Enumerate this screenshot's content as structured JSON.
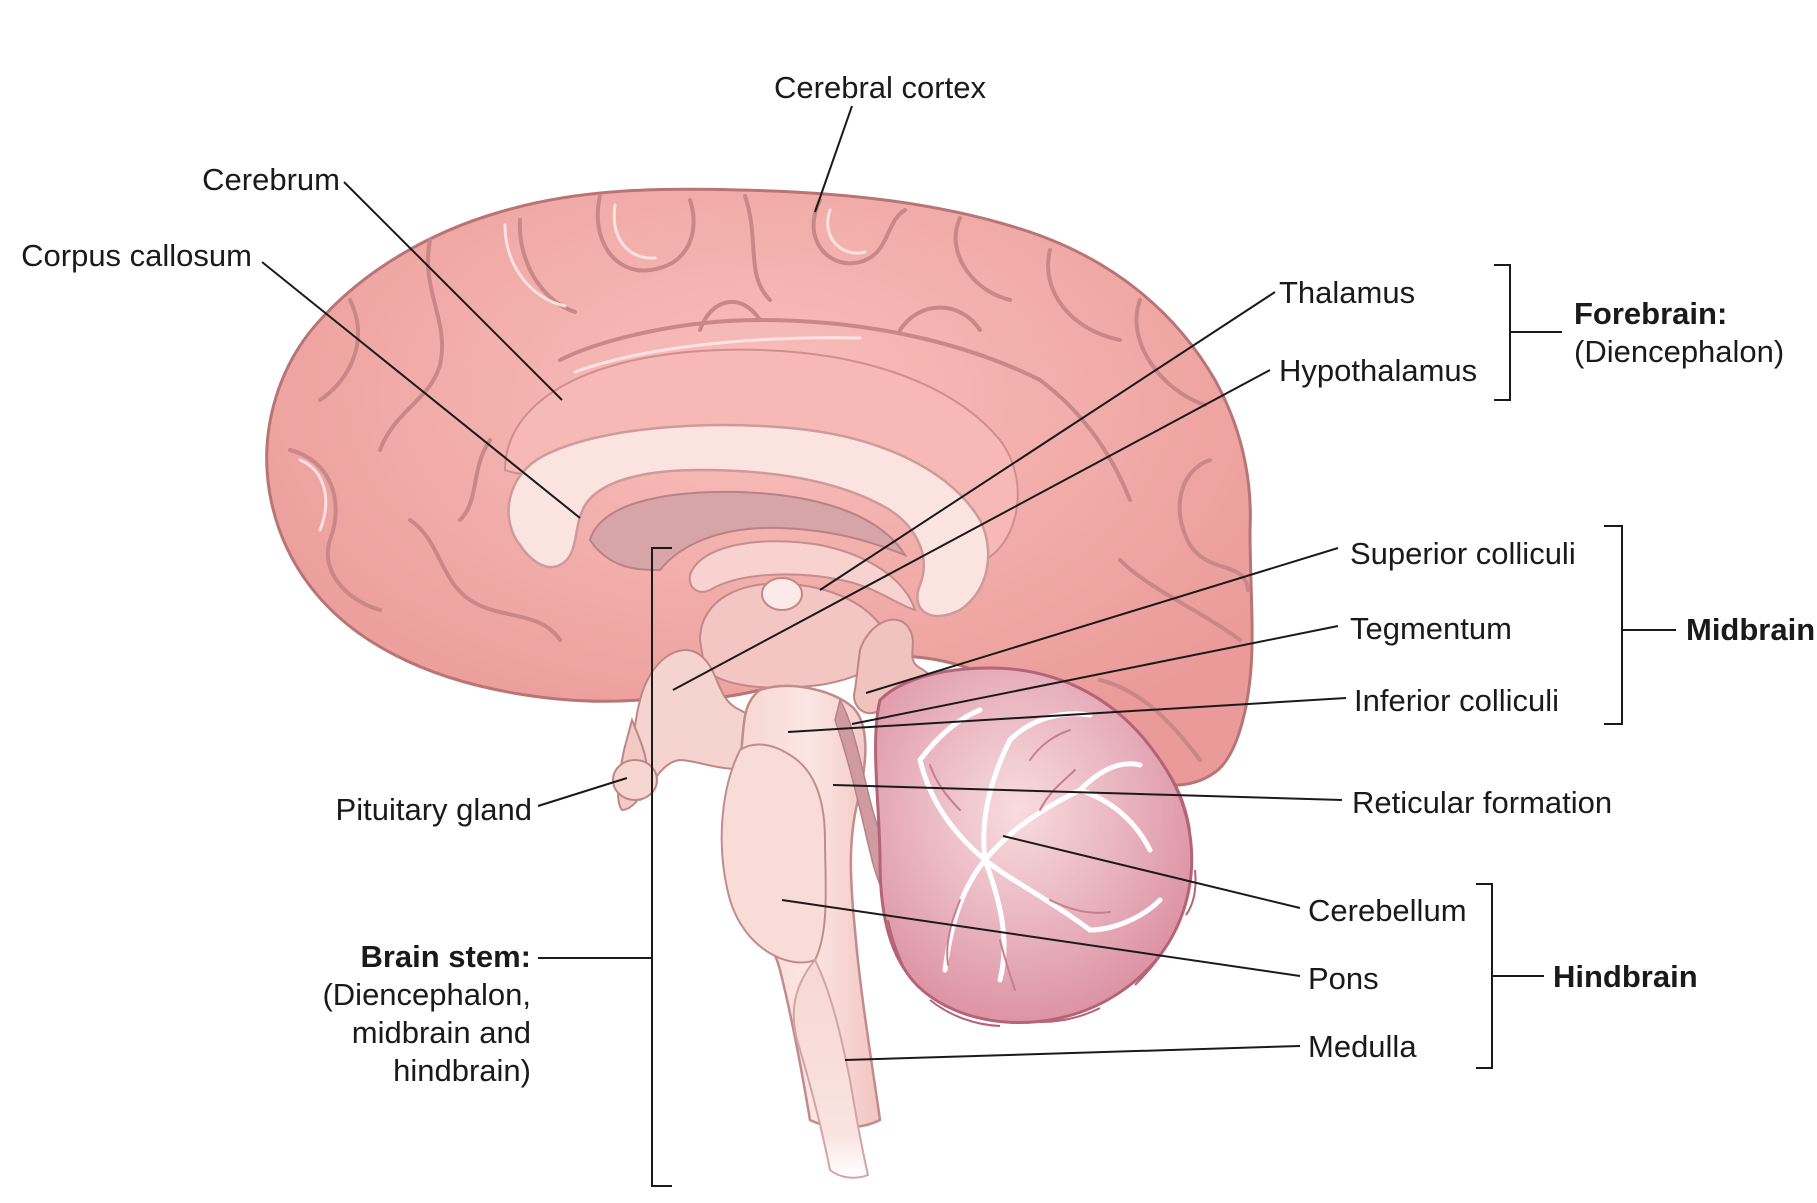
{
  "labels": {
    "cerebral_cortex": "Cerebral cortex",
    "cerebrum": "Cerebrum",
    "corpus_callosum": "Corpus callosum",
    "thalamus": "Thalamus",
    "hypothalamus": "Hypothalamus",
    "superior_colliculi": "Superior colliculi",
    "tegmentum": "Tegmentum",
    "inferior_colliculi": "Inferior colliculi",
    "reticular_formation": "Reticular formation",
    "pituitary_gland": "Pituitary gland",
    "cerebellum": "Cerebellum",
    "pons": "Pons",
    "medulla": "Medulla"
  },
  "groups": {
    "forebrain": {
      "title": "Forebrain:",
      "subtitle": "(Diencephalon)"
    },
    "midbrain": {
      "title": "Midbrain"
    },
    "hindbrain": {
      "title": "Hindbrain"
    },
    "brain_stem": {
      "title": "Brain stem:",
      "lines": [
        "(Diencephalon,",
        "midbrain and",
        "hindbrain)"
      ]
    }
  },
  "colors": {
    "cortex": "#efa6a3",
    "cortex_light": "#f8c9c5",
    "corpus_callosum": "#fbe3e0",
    "ventricle": "#cf9a9d",
    "brainstem": "#f9dcd8",
    "cerebellum_outer": "#d98c9d",
    "cerebellum_inner": "#f6cfd4",
    "line": "#1a1a1a"
  }
}
